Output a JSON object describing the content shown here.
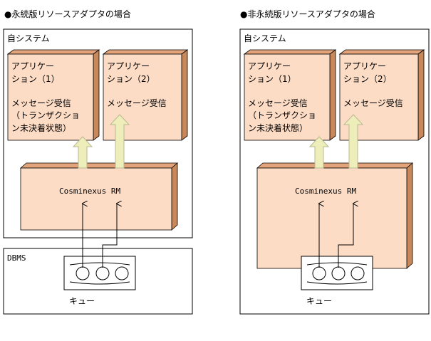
{
  "colors": {
    "box_fill": "#fddcc6",
    "box_side": "#c8885a",
    "box_top": "#e4a47b",
    "arrow_fill": "#eeeebb",
    "arrow_stroke": "#b8b890",
    "outline": "#000000",
    "queue_fill": "#ffffff"
  },
  "left": {
    "title": "●永続版リソースアダプタの場合",
    "system_label": "自システム",
    "app1_lines": [
      "アプリケー",
      "ション（1）",
      "",
      "メッセージ受信",
      "（トランザクショ",
      "ン未決着状態）"
    ],
    "app2_lines": [
      "アプリケー",
      "ション（2）",
      "",
      "メッセージ受信"
    ],
    "rm_label": "Cosminexus RM",
    "dbms_label": "DBMS",
    "queue_label": "キュー"
  },
  "right": {
    "title": "●非永続版リソースアダプタの場合",
    "system_label": "自システム",
    "app1_lines": [
      "アプリケー",
      "ション（1）",
      "",
      "メッセージ受信",
      "（トランザクショ",
      "ン未決着状態）"
    ],
    "app2_lines": [
      "アプリケー",
      "ション（2）",
      "",
      "メッセージ受信"
    ],
    "rm_label": "Cosminexus RM",
    "queue_label": "キュー"
  }
}
